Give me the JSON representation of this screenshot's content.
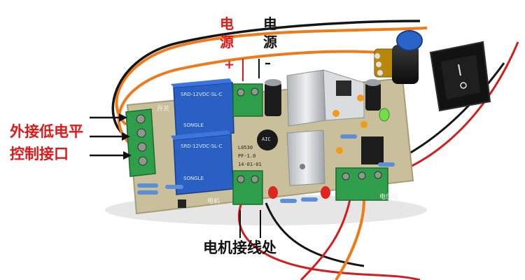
{
  "labels": {
    "power_pos_char1": "电",
    "power_pos_char2": "源",
    "power_pos_sign": "+",
    "power_neg_char1": "电",
    "power_neg_char2": "源",
    "power_neg_sign": "–",
    "ext_low_line1": "外接低电平",
    "ext_low_line2": "控制接口",
    "motor_terminal": "电机接线处"
  },
  "pcb_text": {
    "switch": "开关",
    "motor": "电机",
    "potentiometer": "电位器",
    "relay_top": "SRD-12VDC-SL-C",
    "relay_bottom": "SRD-12VDC-SL-C",
    "relay_brand": "SONGLE",
    "board_model": "L0530",
    "board_rev": "PF-1.0",
    "board_date": "14-01-01",
    "buzzer": "AIC"
  },
  "colors": {
    "pcb": "#c9bf9a",
    "terminal_green": "#2f9e4a",
    "relay_blue": "#2a5fc4",
    "wire_orange": "#f07a1a",
    "wire_red": "#d41c1c",
    "wire_black": "#151515",
    "label_red": "#e01818",
    "arrow": "#111111",
    "heatsink": "#cfd3d6"
  }
}
